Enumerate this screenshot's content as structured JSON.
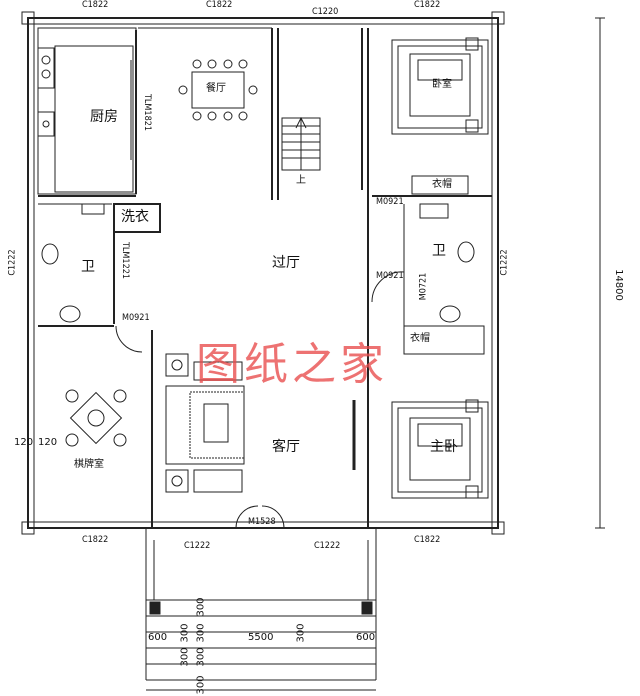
{
  "rooms": {
    "kitchen": "厨房",
    "dining": "餐厅",
    "hall": "过厅",
    "living": "客厅",
    "bedroom": "卧室",
    "master": "主卧",
    "bath_left": "卫",
    "bath_right": "卫",
    "laundry": "洗衣",
    "wardrobe_top": "衣帽",
    "wardrobe_bottom": "衣帽",
    "chess": "棋牌室",
    "stair_up": "上"
  },
  "codes": {
    "top": [
      "C1822",
      "C1822",
      "C1220",
      "C1822"
    ],
    "bottom": [
      "C1822",
      "C1222",
      "C1222",
      "C1822"
    ],
    "left": "C1222",
    "right": "C1222",
    "door_main": "M1528",
    "tlm_kitchen": "TLM1821",
    "tlm_bath": "TLM1221",
    "m0921_left": "M0921",
    "m0921_top": "M0921",
    "m0921_mid": "M0921",
    "m0721": "M0721"
  },
  "dims": {
    "total_depth": "14800",
    "wall_left_a": "120",
    "wall_left_b": "120",
    "step_a": "300",
    "step_b": "300",
    "step_c": "300",
    "step_d": "300",
    "step_e": "300",
    "step_f": "300",
    "step_g": "300",
    "porch_left": "600",
    "porch_width": "5500",
    "porch_right": "600"
  },
  "watermark": "图纸之家"
}
